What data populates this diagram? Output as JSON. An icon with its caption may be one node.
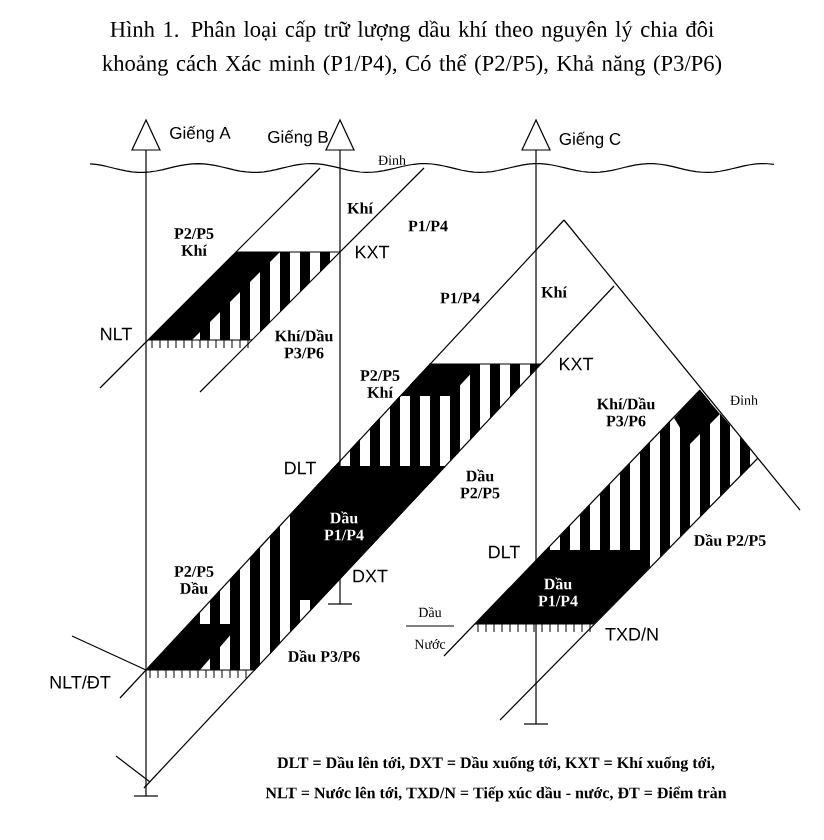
{
  "diagram": {
    "title": "Hình 1. Phân loại cấp trữ lượng dầu khí theo nguyên lý chia đôi khoảng cách Xác minh (P1/P4), Có thể (P2/P5), Khả năng (P3/P6)",
    "labels": [
      "Giếng A",
      "Giếng B",
      "Đỉnh",
      "Giếng C",
      "Khí",
      "P1/P4",
      "P2/P5 Khí",
      "KXT",
      "NLT",
      "Khí/Dầu P3/P6",
      "P1/P4",
      "Khí",
      "Đỉnh",
      "P2/P5 Khí",
      "KXT",
      "Khí/Dầu P3/P6",
      "Dầu P2/P5",
      "DLT",
      "Dầu P1/P4",
      "DXT",
      "P2/P5 Dầu",
      "Dầu P2/P5",
      "DLT",
      "Dầu P1/P4",
      "Dầu",
      "Nước",
      "TXD/N",
      "Dầu P3/P6",
      "NLT/ĐT",
      "DLT = Dầu lên tới, DXT = Dầu xuống tới, KXT = Khí xuống tới,",
      "NLT = Nước lên tới, TXD/N = Tiếp xúc dầu - nước, ĐT = Điểm tràn"
    ]
  }
}
